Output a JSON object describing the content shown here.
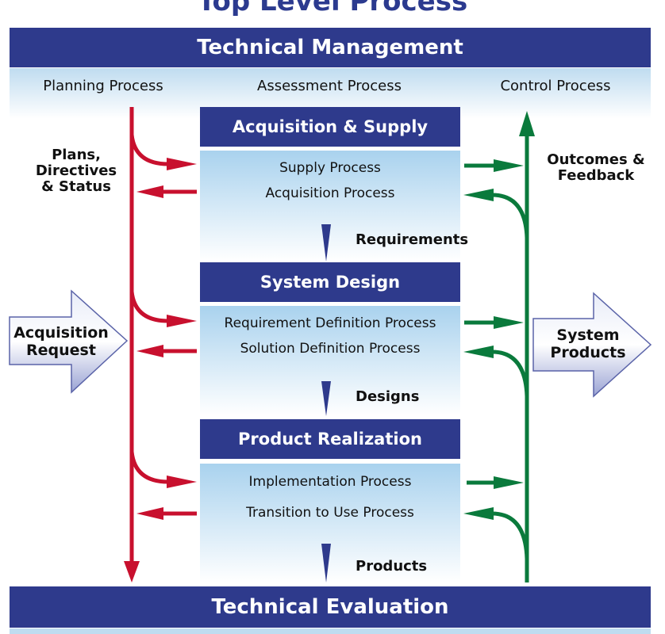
{
  "title": "Top Level Process",
  "technical_management": "Technical Management",
  "planning_process": "Planning Process",
  "assessment_process": "Assessment Process",
  "control_process": "Control Process",
  "plans_label": [
    "Plans,",
    "Directives",
    "& Status"
  ],
  "outcomes_label": [
    "Outcomes &",
    "Feedback"
  ],
  "acquisition_request": [
    "Acquisition",
    "Request"
  ],
  "system_products": [
    "System",
    "Products"
  ],
  "stages": [
    {
      "title": "Acquisition & Supply",
      "items": [
        "Supply Process",
        "Acquisition Process"
      ],
      "output": "Requirements"
    },
    {
      "title": "System Design",
      "items": [
        "Requirement Definition Process",
        "Solution Definition Process"
      ],
      "output": "Designs"
    },
    {
      "title": "Product Realization",
      "items": [
        "Implementation Process",
        "Transition to Use Process"
      ],
      "output": "Products"
    }
  ],
  "technical_evaluation": "Technical Evaluation",
  "colors": {
    "navy": "#2e3a8c",
    "red": "#c8102e",
    "green": "#0a7a3c",
    "light_blue": "#a9d2ee"
  }
}
